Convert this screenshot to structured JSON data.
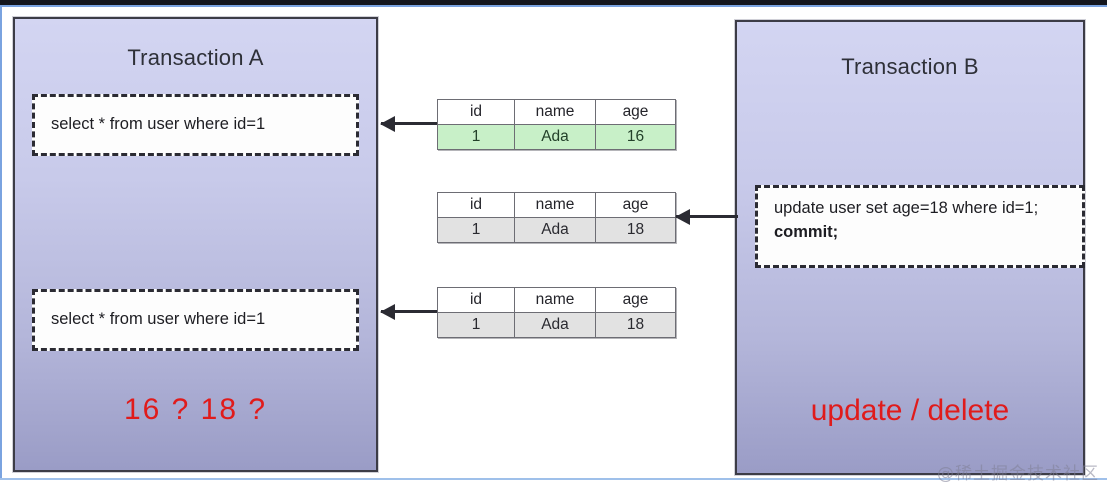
{
  "diagram": {
    "title_a": "Transaction A",
    "title_b": "Transaction B",
    "note_a": "16 ? 18 ?",
    "note_b": "update / delete",
    "watermark": "@稀土掘金技术社区",
    "accent_red": "#e01b1b",
    "panel_gradient_top": "#d3d5f2",
    "panel_gradient_bottom": "#9a9cc6",
    "row_highlight_green": "#c8f0c8",
    "row_highlight_gray": "#e2e2e2"
  },
  "transaction_a": {
    "statements": [
      {
        "id": "a1",
        "text": "select * from user where id=1"
      },
      {
        "id": "a2",
        "text": "select * from user where id=1"
      }
    ]
  },
  "transaction_b": {
    "statement_line_1": "update user set age=18 where id=1;",
    "statement_line_2": "commit;"
  },
  "tables": [
    {
      "name": "result-set-first-read",
      "headers": [
        "id",
        "name",
        "age"
      ],
      "row": [
        "1",
        "Ada",
        "16"
      ],
      "row_state": "green"
    },
    {
      "name": "result-set-after-update",
      "headers": [
        "id",
        "name",
        "age"
      ],
      "row": [
        "1",
        "Ada",
        "18"
      ],
      "row_state": "gray"
    },
    {
      "name": "result-set-second-read",
      "headers": [
        "id",
        "name",
        "age"
      ],
      "row": [
        "1",
        "Ada",
        "18"
      ],
      "row_state": "gray"
    }
  ],
  "arrows": [
    {
      "name": "arrow-table1-to-transaction-a",
      "direction": "left"
    },
    {
      "name": "arrow-transaction-b-to-table2",
      "direction": "left"
    },
    {
      "name": "arrow-table3-to-transaction-a",
      "direction": "left"
    }
  ]
}
